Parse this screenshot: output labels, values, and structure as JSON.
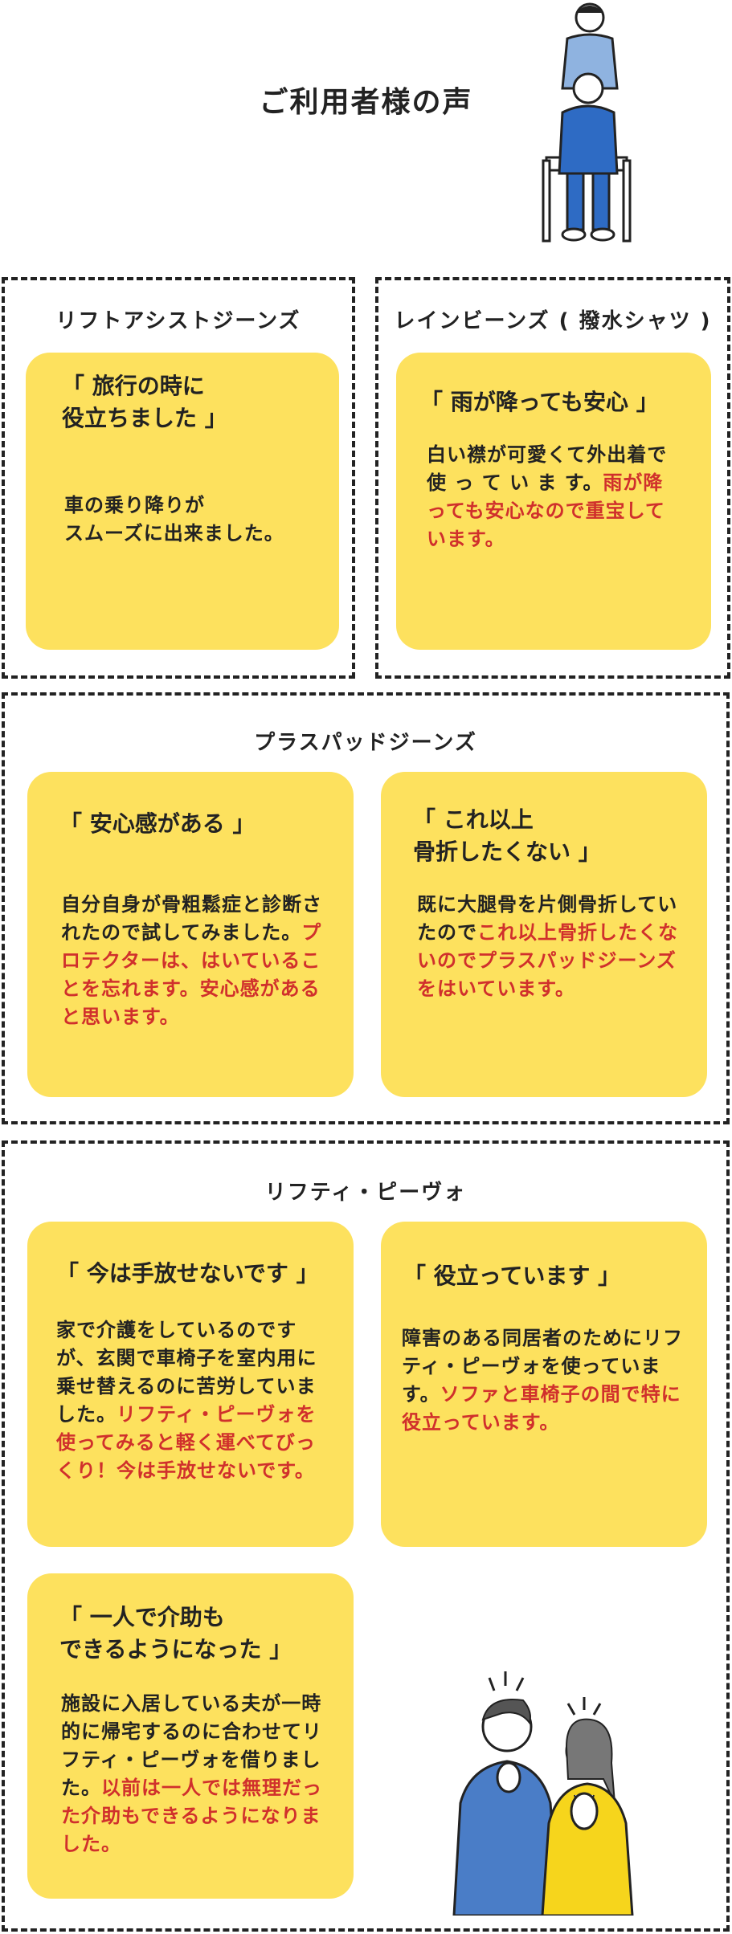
{
  "title": "ご利用者様の声",
  "sections": [
    {
      "heading": "リフトアシストジーンズ",
      "cards": [
        {
          "quote": "「 旅行の時に\n役立ちました 」",
          "body": "車の乗り降りが\nスムーズに出来ました。",
          "highlight": ""
        }
      ]
    },
    {
      "heading": "レインビーンズ ( 撥水シャツ )",
      "cards": [
        {
          "quote": "「 雨が降っても安心 」",
          "body": "白い襟が可愛くて外出着で 使 っ て い ま す。",
          "highlight": "雨が降っても安心なので重宝しています。"
        }
      ]
    },
    {
      "heading": "プラスパッドジーンズ",
      "cards": [
        {
          "quote": "「 安心感がある 」",
          "body": "自分自身が骨粗鬆症と診断されたので試してみました。",
          "highlight": "プロテクターは、はいていることを忘れます。安心感があると思います。"
        },
        {
          "quote": "「 これ以上\n骨折したくない 」",
          "body": "既に大腿骨を片側骨折していたので",
          "highlight": "これ以上骨折したくないのでプラスパッドジーンズをはいています。"
        }
      ]
    },
    {
      "heading": "リフティ・ピーヴォ",
      "cards": [
        {
          "quote": "「 今は手放せないです 」",
          "body": "家で介護をしているのですが、玄関で車椅子を室内用に乗せ替えるのに苦労していました。",
          "highlight": "リフティ・ピーヴォを使ってみると軽く運べてびっくり！今は手放せないです。"
        },
        {
          "quote": "「 役立っています 」",
          "body": "障害のある同居者のためにリフティ・ピーヴォを使っています。",
          "highlight": "ソファと車椅子の間で特に役立っています。"
        },
        {
          "quote": "「 一人で介助も\nできるようになった 」",
          "body": "施設に入居している夫が一時的に帰宅するのに合わせてリフティ・ピーヴォを借りました。",
          "highlight": "以前は一人では無理だった介助もできるようになりました。"
        }
      ]
    }
  ],
  "colors": {
    "card": "#FDE15E",
    "highlight": "#D0302C",
    "border": "#222222"
  },
  "illustrations": [
    "caregiver-wheelchair-illustration",
    "thinking-couple-illustration"
  ]
}
